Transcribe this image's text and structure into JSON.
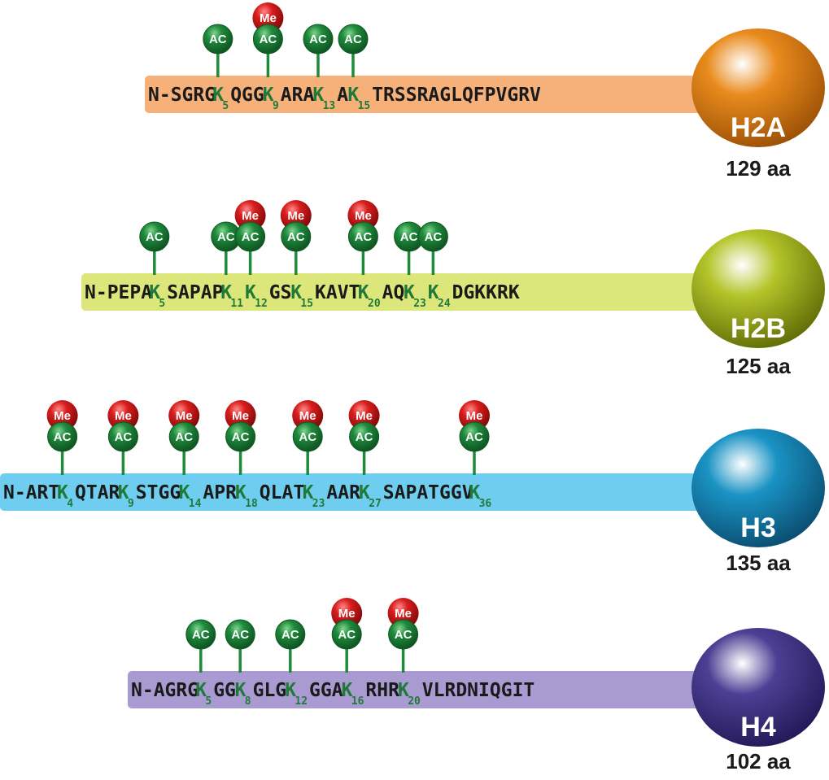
{
  "labels": {
    "ac": "AC",
    "me": "Me"
  },
  "colors": {
    "ac": "#1f8a3c",
    "ac_dark": "#0d4f1f",
    "me": "#d81e1e",
    "me_dark": "#7a0606",
    "text": "#1a1a1a",
    "lysine": "#1f7a3a"
  },
  "histones": [
    {
      "name": "H2A",
      "length": "129 aa",
      "bar_color": "#f6b07a",
      "ball_color": "#e98b1d",
      "ball_dark": "#9a4f05",
      "segments": [
        {
          "t": "N-SGRG"
        },
        {
          "k": "K",
          "sub": "5"
        },
        {
          "t": "QGG"
        },
        {
          "k": "K",
          "sub": "9"
        },
        {
          "t": "ARA"
        },
        {
          "k": "K",
          "sub": "13"
        },
        {
          "t": "A"
        },
        {
          "k": "K",
          "sub": "15"
        },
        {
          "t": "TRSSRAGLQFPVGRV"
        }
      ],
      "marks": [
        {
          "site": "5",
          "mods": [
            "ac"
          ]
        },
        {
          "site": "9",
          "mods": [
            "ac",
            "me"
          ]
        },
        {
          "site": "13",
          "mods": [
            "ac"
          ]
        },
        {
          "site": "15",
          "mods": [
            "ac"
          ]
        }
      ]
    },
    {
      "name": "H2B",
      "length": "125 aa",
      "bar_color": "#dce67a",
      "ball_color": "#b4c42a",
      "ball_dark": "#5e6a05",
      "segments": [
        {
          "t": "N-PEPA"
        },
        {
          "k": "K",
          "sub": "5"
        },
        {
          "t": "SAPAP"
        },
        {
          "k": "K",
          "sub": "11"
        },
        {
          "t": ""
        },
        {
          "k": "K",
          "sub": "12"
        },
        {
          "t": "GS"
        },
        {
          "k": "K",
          "sub": "15"
        },
        {
          "t": "KAVT"
        },
        {
          "k": "K",
          "sub": "20"
        },
        {
          "t": "AQ"
        },
        {
          "k": "K",
          "sub": "23"
        },
        {
          "t": ""
        },
        {
          "k": "K",
          "sub": "24"
        },
        {
          "t": "DGKKRK"
        }
      ],
      "marks": [
        {
          "site": "5",
          "mods": [
            "ac"
          ]
        },
        {
          "site": "11",
          "mods": [
            "ac"
          ]
        },
        {
          "site": "12",
          "mods": [
            "ac",
            "me"
          ]
        },
        {
          "site": "15",
          "mods": [
            "ac",
            "me"
          ]
        },
        {
          "site": "20",
          "mods": [
            "ac",
            "me"
          ]
        },
        {
          "site": "23",
          "mods": [
            "ac"
          ]
        },
        {
          "site": "24",
          "mods": [
            "ac"
          ]
        }
      ]
    },
    {
      "name": "H3",
      "length": "135 aa",
      "bar_color": "#6fcdf0",
      "ball_color": "#1a93c4",
      "ball_dark": "#0a4b6e",
      "segments": [
        {
          "t": "N-ART"
        },
        {
          "k": "K",
          "sub": "4"
        },
        {
          "t": "QTAR"
        },
        {
          "k": "K",
          "sub": "9"
        },
        {
          "t": "STGG"
        },
        {
          "k": "K",
          "sub": "14"
        },
        {
          "t": "APR"
        },
        {
          "k": "K",
          "sub": "18"
        },
        {
          "t": "QLAT"
        },
        {
          "k": "K",
          "sub": "23"
        },
        {
          "t": "AAR"
        },
        {
          "k": "K",
          "sub": "27"
        },
        {
          "t": "SAPATGGV"
        },
        {
          "k": "K",
          "sub": "36"
        }
      ],
      "marks": [
        {
          "site": "4",
          "mods": [
            "ac",
            "me"
          ]
        },
        {
          "site": "9",
          "mods": [
            "ac",
            "me"
          ]
        },
        {
          "site": "14",
          "mods": [
            "ac",
            "me"
          ]
        },
        {
          "site": "18",
          "mods": [
            "ac",
            "me"
          ]
        },
        {
          "site": "23",
          "mods": [
            "ac",
            "me"
          ]
        },
        {
          "site": "27",
          "mods": [
            "ac",
            "me"
          ]
        },
        {
          "site": "36",
          "mods": [
            "ac",
            "me"
          ]
        }
      ]
    },
    {
      "name": "H4",
      "length": "102 aa",
      "bar_color": "#a99bd1",
      "ball_color": "#4d3f94",
      "ball_dark": "#221855",
      "segments": [
        {
          "t": "N-AGRG"
        },
        {
          "k": "K",
          "sub": "5"
        },
        {
          "t": "GG"
        },
        {
          "k": "K",
          "sub": "8"
        },
        {
          "t": "GLG"
        },
        {
          "k": "K",
          "sub": "12"
        },
        {
          "t": "GGA"
        },
        {
          "k": "K",
          "sub": "16"
        },
        {
          "t": "RHR"
        },
        {
          "k": "K",
          "sub": "20"
        },
        {
          "t": "VLRDNIQGIT"
        }
      ],
      "marks": [
        {
          "site": "5",
          "mods": [
            "ac"
          ]
        },
        {
          "site": "8",
          "mods": [
            "ac"
          ]
        },
        {
          "site": "12",
          "mods": [
            "ac"
          ]
        },
        {
          "site": "16",
          "mods": [
            "ac",
            "me"
          ]
        },
        {
          "site": "20",
          "mods": [
            "ac",
            "me"
          ]
        }
      ]
    }
  ]
}
